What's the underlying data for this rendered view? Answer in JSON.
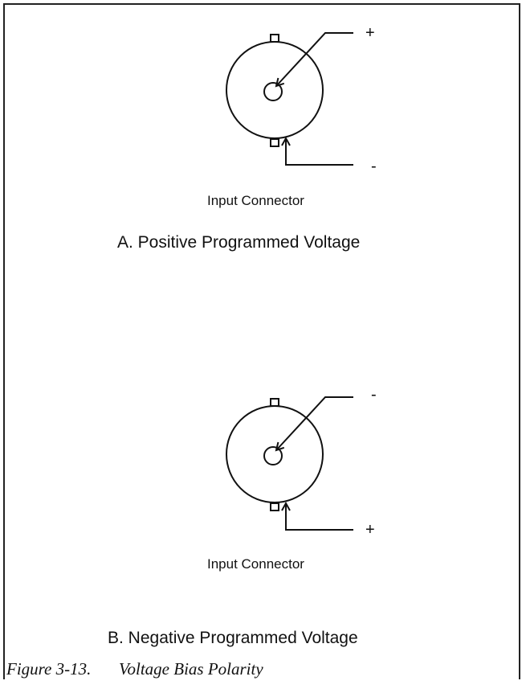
{
  "panel_a": {
    "upper_terminal_sign": "+",
    "lower_terminal_sign": "-",
    "connector_label": "Input Connector",
    "caption": "A.  Positive Programmed Voltage"
  },
  "panel_b": {
    "upper_terminal_sign": "-",
    "lower_terminal_sign": "+",
    "connector_label": "Input Connector",
    "caption": "B.  Negative Programmed Voltage"
  },
  "figure": {
    "number": "Figure 3-13.",
    "title": "Voltage Bias Polarity"
  }
}
